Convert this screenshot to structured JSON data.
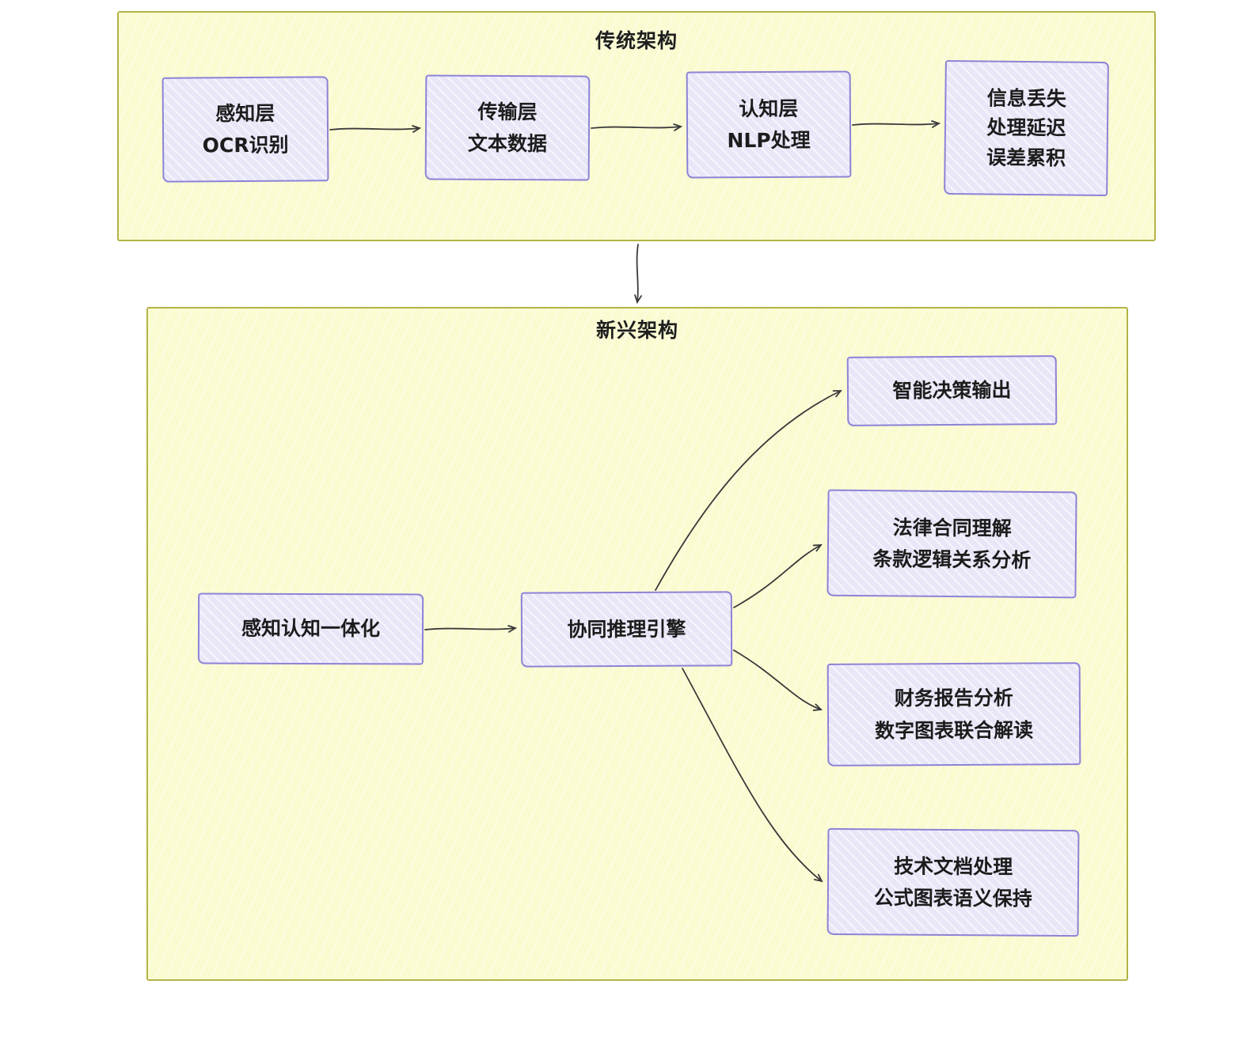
{
  "traditional": {
    "title": "传统架构",
    "nodes": [
      {
        "id": "perception",
        "lines": [
          "感知层",
          "OCR识别"
        ]
      },
      {
        "id": "transport",
        "lines": [
          "传输层",
          "文本数据"
        ]
      },
      {
        "id": "cognition",
        "lines": [
          "认知层",
          "NLP处理"
        ]
      },
      {
        "id": "problems",
        "lines": [
          "信息丢失",
          "处理延迟",
          "误差累积"
        ]
      }
    ]
  },
  "emerging": {
    "title": "新兴架构",
    "nodes": {
      "integration": {
        "lines": [
          "感知认知一体化"
        ]
      },
      "engine": {
        "lines": [
          "协同推理引擎"
        ]
      },
      "decision": {
        "lines": [
          "智能决策输出"
        ]
      },
      "legal": {
        "lines": [
          "法律合同理解",
          "条款逻辑关系分析"
        ]
      },
      "finance": {
        "lines": [
          "财务报告分析",
          "数字图表联合解读"
        ]
      },
      "tech": {
        "lines": [
          "技术文档处理",
          "公式图表语义保持"
        ]
      }
    }
  },
  "colors": {
    "container_fill": "#fbfbd2",
    "container_border": "#b3b347",
    "node_fill": "#e9e6f8",
    "node_border": "#8d83d6",
    "arrow": "#3a3a3a",
    "text": "#1c1c1c"
  }
}
